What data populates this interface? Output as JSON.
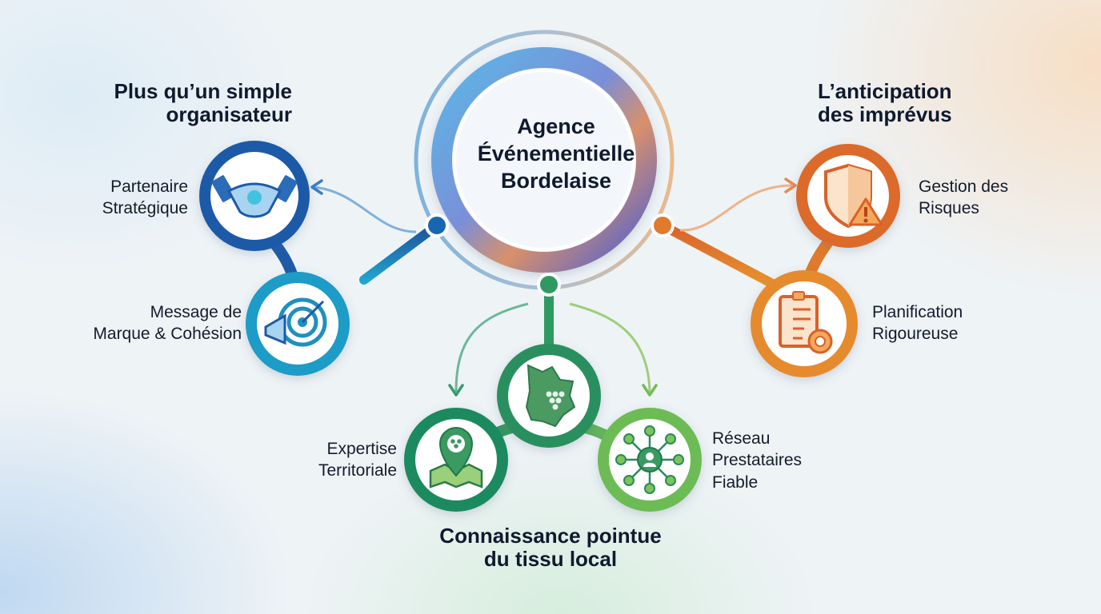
{
  "hub": {
    "line1": "Agence",
    "line2": "Événementielle",
    "line3": "Bordelaise"
  },
  "branches": {
    "left": {
      "title_line1": "Plus qu’un simple",
      "title_line2": "organisateur",
      "color": "#1e5aa8",
      "items": [
        {
          "label_line1": "Partenaire",
          "label_line2": "Stratégique",
          "icon": "handshake-icon"
        },
        {
          "label_line1": "Message de",
          "label_line2": "Marque & Cohésion",
          "icon": "megaphone-target-icon"
        }
      ]
    },
    "right": {
      "title_line1": "L’anticipation",
      "title_line2": "des imprévus",
      "color": "#e0702a",
      "items": [
        {
          "label_line1": "Gestion des",
          "label_line2": "Risques",
          "icon": "shield-warning-icon"
        },
        {
          "label_line1": "Planification",
          "label_line2": "Rigoureuse",
          "icon": "clipboard-gear-icon"
        }
      ]
    },
    "bottom": {
      "title_line1": "Connaissance pointue",
      "title_line2": "du tissu local",
      "color": "#2e9a62",
      "items": [
        {
          "label_line1": "Expertise",
          "label_line2": "Territoriale",
          "icon": "map-pin-grapes-icon"
        },
        {
          "label": "",
          "icon": "gironde-map-grapes-icon"
        },
        {
          "label_line1": "Réseau",
          "label_line2": "Prestataires",
          "label_line3": "Fiable",
          "icon": "network-people-icon"
        }
      ]
    }
  }
}
